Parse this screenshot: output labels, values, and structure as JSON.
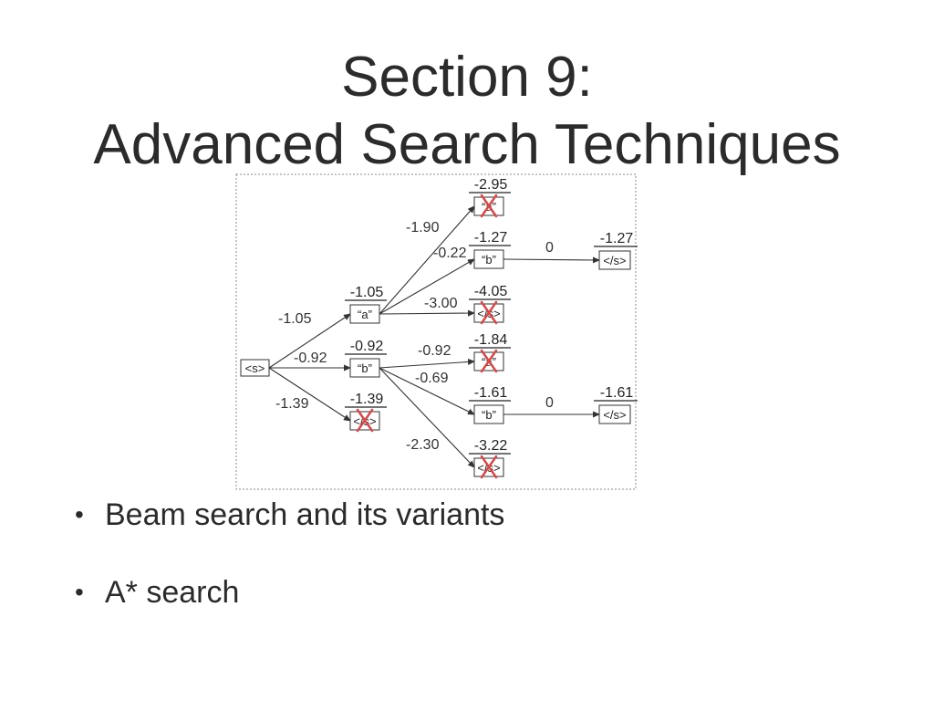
{
  "slide": {
    "title_line1": "Section 9:",
    "title_line2": "Advanced Search Techniques"
  },
  "bullets": [
    {
      "text": "Beam search and its variants"
    },
    {
      "text": "A* search"
    }
  ],
  "diagram": {
    "nodes": [
      {
        "id": "start",
        "label": "<s>",
        "score": "",
        "pruned": false
      },
      {
        "id": "a",
        "label": "“a”",
        "score": "-1.05",
        "pruned": false
      },
      {
        "id": "b1",
        "label": "“b”",
        "score": "-0.92",
        "pruned": false
      },
      {
        "id": "end1",
        "label": "</s>",
        "score": "-1.39",
        "pruned": true
      },
      {
        "id": "aa",
        "label": "“a”",
        "score": "-2.95",
        "pruned": true
      },
      {
        "id": "ab",
        "label": "“b”",
        "score": "-1.27",
        "pruned": false
      },
      {
        "id": "aend",
        "label": "</s>",
        "score": "-4.05",
        "pruned": true
      },
      {
        "id": "ba",
        "label": "“a”",
        "score": "-1.84",
        "pruned": true
      },
      {
        "id": "bb",
        "label": "“b”",
        "score": "-1.61",
        "pruned": false
      },
      {
        "id": "bend",
        "label": "</s>",
        "score": "-3.22",
        "pruned": true
      },
      {
        "id": "abend",
        "label": "</s>",
        "score": "-1.27",
        "pruned": false
      },
      {
        "id": "bbend",
        "label": "</s>",
        "score": "-1.61",
        "pruned": false
      }
    ],
    "edges": [
      {
        "from": "start",
        "to": "a",
        "weight": "-1.05"
      },
      {
        "from": "start",
        "to": "b1",
        "weight": "-0.92"
      },
      {
        "from": "start",
        "to": "end1",
        "weight": "-1.39"
      },
      {
        "from": "a",
        "to": "aa",
        "weight": "-1.90"
      },
      {
        "from": "a",
        "to": "ab",
        "weight": "-0.22"
      },
      {
        "from": "a",
        "to": "aend",
        "weight": "-3.00"
      },
      {
        "from": "b1",
        "to": "ba",
        "weight": "-0.92"
      },
      {
        "from": "b1",
        "to": "bb",
        "weight": "-0.69"
      },
      {
        "from": "b1",
        "to": "bend",
        "weight": "-2.30"
      },
      {
        "from": "ab",
        "to": "abend",
        "weight": "0"
      },
      {
        "from": "bb",
        "to": "bbend",
        "weight": "0"
      }
    ],
    "colors": {
      "prune_mark": "#d24b4b",
      "line": "#333333",
      "frame": "#888888"
    }
  }
}
